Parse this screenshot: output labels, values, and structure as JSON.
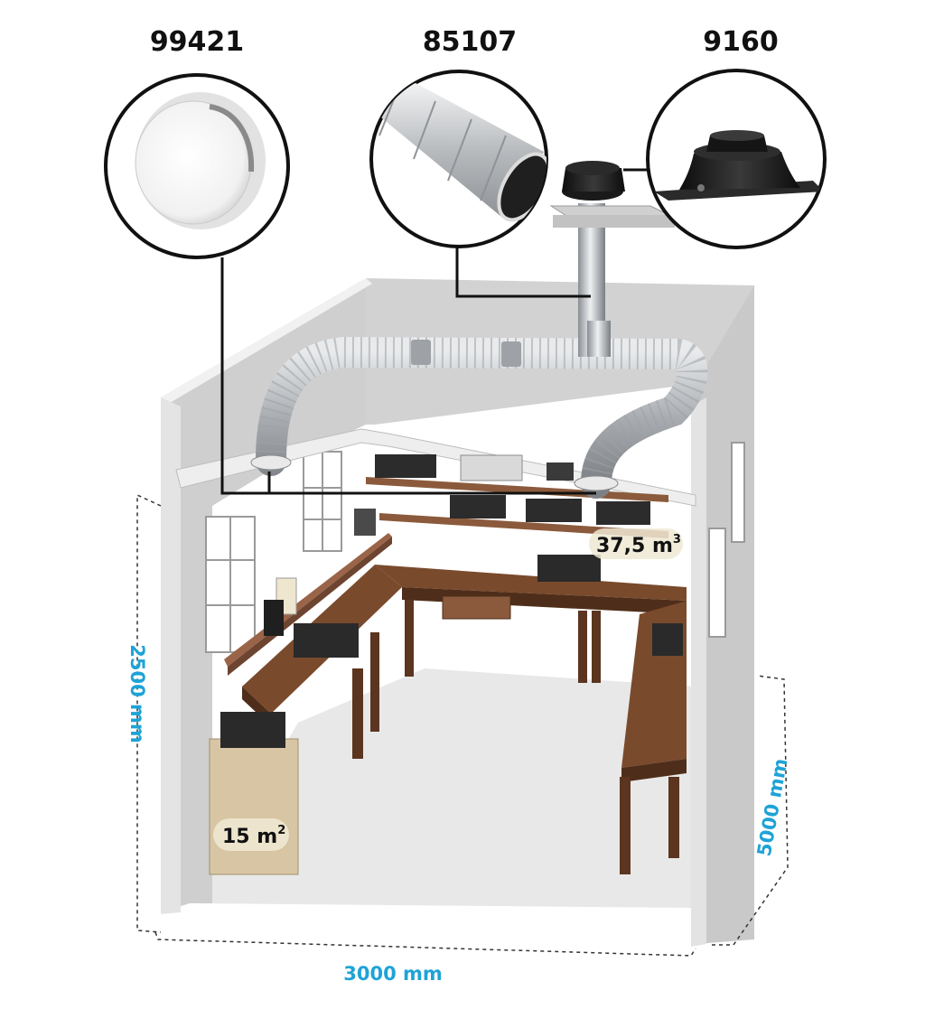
{
  "products": [
    {
      "code": "99421",
      "depicts": "round ceiling diffuser valve"
    },
    {
      "code": "85107",
      "depicts": "spiral galvanized duct"
    },
    {
      "code": "9160",
      "depicts": "roof extraction fan"
    }
  ],
  "dimensions": {
    "height": "2500 mm",
    "width": "3000 mm",
    "depth": "5000 mm"
  },
  "tags": {
    "volume_value": "37,5 m",
    "volume_exp": "3",
    "area_value": "15 m",
    "area_exp": "2"
  },
  "colors": {
    "dimension_text": "#1ea3d6",
    "leader_line": "#111111",
    "wall": "#d9d9d9",
    "floor": "#e6e6e6",
    "bench_wood": "#6b4226",
    "duct_metal": "#b9bcc0",
    "fan_black": "#1b1b1b"
  }
}
